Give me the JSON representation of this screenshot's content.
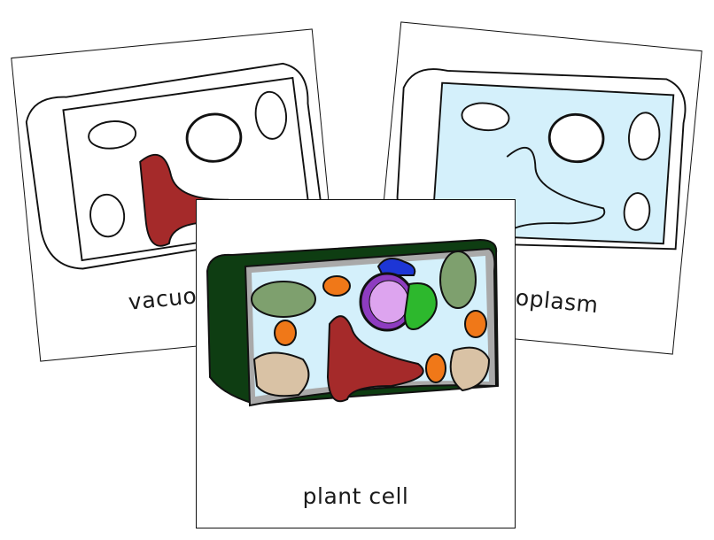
{
  "cards": [
    {
      "label": "vacuole",
      "style": "outline"
    },
    {
      "label": "cytoplasm",
      "style": "cytoplasm-highlight"
    },
    {
      "label": "plant cell",
      "style": "full-color"
    }
  ],
  "colors": {
    "cell_wall": "#0e3d12",
    "membrane": "#a9a9a9",
    "cytoplasm": "#d4f0fb",
    "vacuole": "#a52a2a",
    "nucleus": "#8e3cc0",
    "golgi": "#2db82d",
    "er": "#1d36d6",
    "mitochondria": "#f07818",
    "chloroplast": "#7ea06e",
    "amyloplast": "#d9c2a5",
    "ribosome": "#6a1b7a"
  }
}
